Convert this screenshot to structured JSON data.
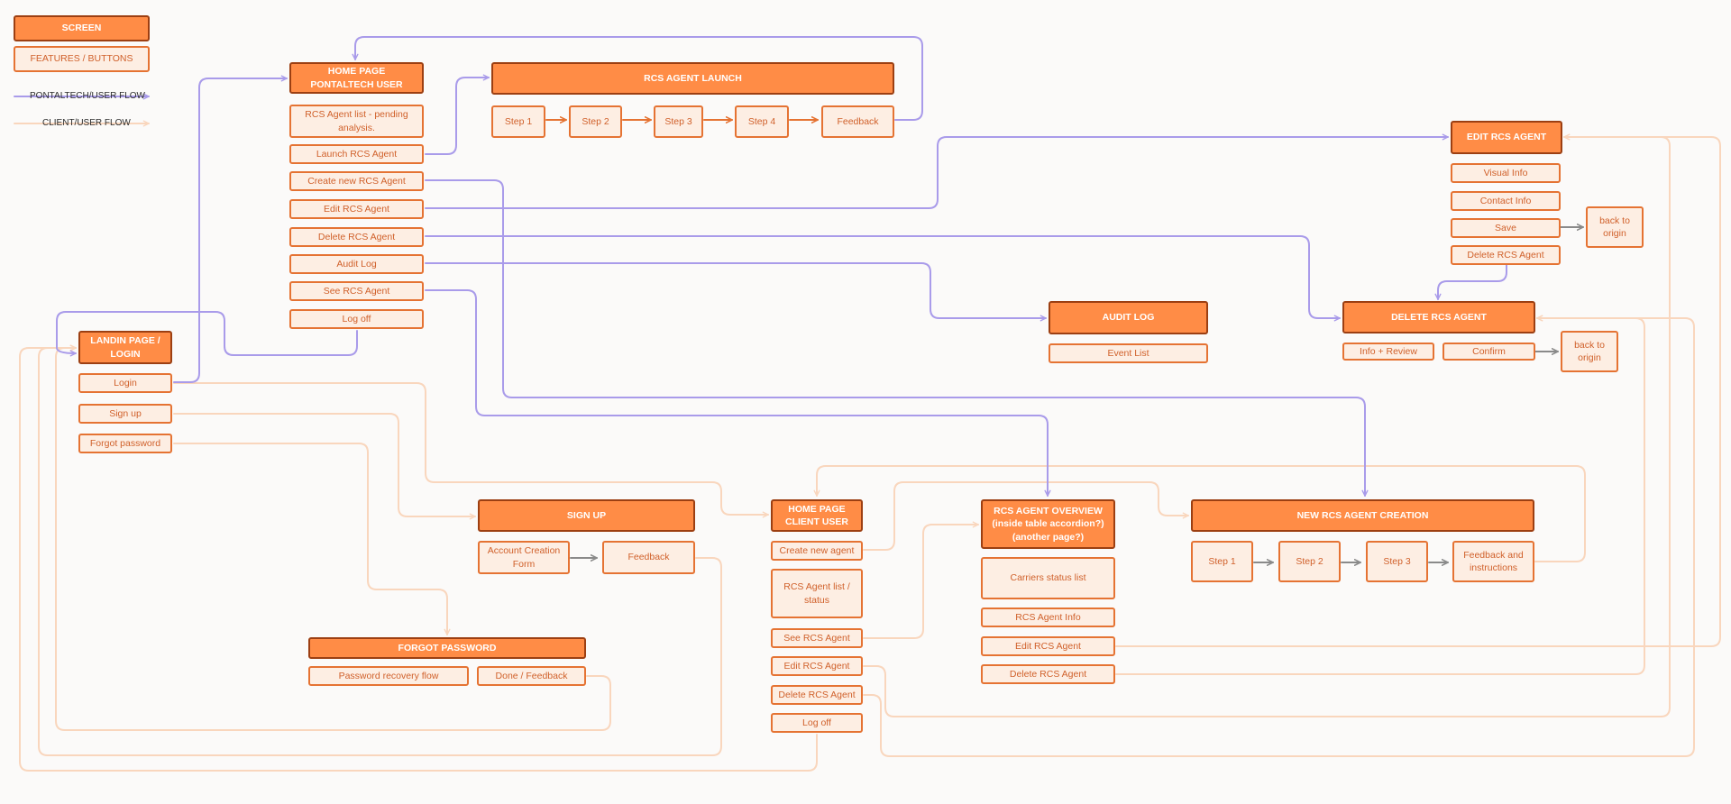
{
  "colors": {
    "screen_fill": "#ff8c46",
    "screen_border": "#9c3f12",
    "feature_fill": "#fdeee3",
    "feature_border": "#e57333",
    "pontaltech_flow": "#a99bea",
    "client_flow": "#f9d6bd"
  },
  "legend": {
    "screen": "SCREEN",
    "features": "FEATURES / BUTTONS",
    "pontaltech_flow": "PONTALTECH/USER FLOW",
    "client_flow": "CLIENT/USER FLOW"
  },
  "screens": {
    "home_pontaltech": "HOME PAGE\nPONTALTECH USER",
    "rcs_launch": "RCS AGENT LAUNCH",
    "edit_rcs_agent": "EDIT RCS AGENT",
    "audit_log": "AUDIT LOG",
    "delete_rcs_agent": "DELETE RCS AGENT",
    "landing": "LANDIN PAGE /\nLOGIN",
    "sign_up": "SIGN UP",
    "home_client": "HOME PAGE\nCLIENT USER",
    "rcs_overview": "RCS AGENT OVERVIEW\n(inside table accordion?)\n(another page?)",
    "new_rcs_creation": "NEW RCS AGENT CREATION",
    "forgot_password": "FORGOT PASSWORD"
  },
  "features": {
    "home_pontaltech": [
      "RCS Agent list - pending\nanalysis.",
      "Launch RCS Agent",
      "Create new RCS Agent",
      "Edit RCS Agent",
      "Delete RCS Agent",
      "Audit Log",
      "See RCS Agent",
      "Log off"
    ],
    "rcs_launch": [
      "Step 1",
      "Step 2",
      "Step 3",
      "Step 4",
      "Feedback"
    ],
    "edit_rcs_agent": [
      "Visual Info",
      "Contact Info",
      "Save",
      "Delete RCS Agent"
    ],
    "edit_back": "back to\norigin",
    "audit_log": [
      "Event List"
    ],
    "delete_rcs_agent": [
      "Info + Review",
      "Confirm"
    ],
    "delete_back": "back to\norigin",
    "landing": [
      "Login",
      "Sign up",
      "Forgot password"
    ],
    "sign_up": [
      "Account Creation\nForm",
      "Feedback"
    ],
    "home_client": [
      "Create new agent",
      "RCS Agent list /\nstatus",
      "See RCS Agent",
      "Edit RCS Agent",
      "Delete RCS Agent",
      "Log off"
    ],
    "rcs_overview": [
      "Carriers status list",
      "RCS Agent Info",
      "Edit RCS Agent",
      "Delete RCS Agent"
    ],
    "new_rcs_creation": [
      "Step 1",
      "Step 2",
      "Step 3",
      "Feedback and\ninstructions"
    ],
    "forgot_password": [
      "Password recovery flow",
      "Done / Feedback"
    ]
  }
}
